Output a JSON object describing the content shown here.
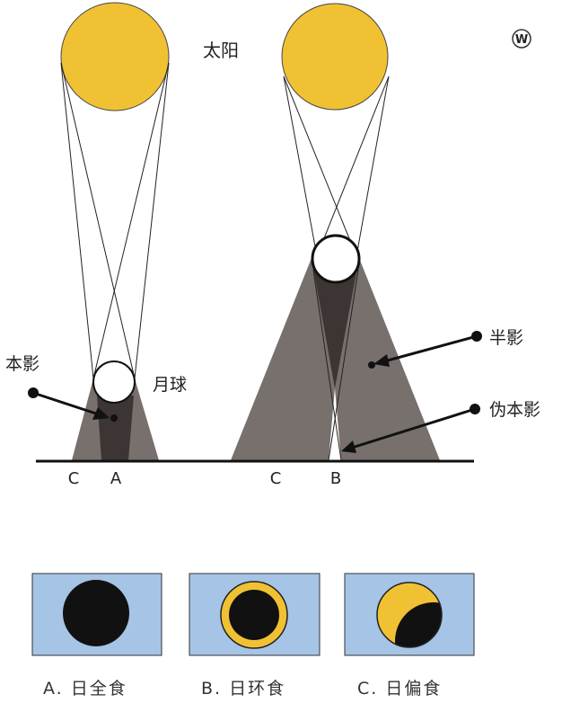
{
  "logo": "W",
  "labels": {
    "sun": "太阳",
    "moon": "月球",
    "umbra": "本影",
    "penumbra": "半影",
    "antumbra": "伪本影"
  },
  "ground_points": {
    "left": [
      "C",
      "A"
    ],
    "right": [
      "C",
      "B"
    ]
  },
  "panels": [
    {
      "caption": "A. 日全食"
    },
    {
      "caption": "B. 日环食"
    },
    {
      "caption": "C. 日偏食"
    }
  ],
  "colors": {
    "sun": "#F0C233",
    "sky": "#A6C4E6",
    "penumbra": "#77706D",
    "umbra": "#3C3533",
    "moon_dark": "#111111",
    "ground": "#111111"
  }
}
